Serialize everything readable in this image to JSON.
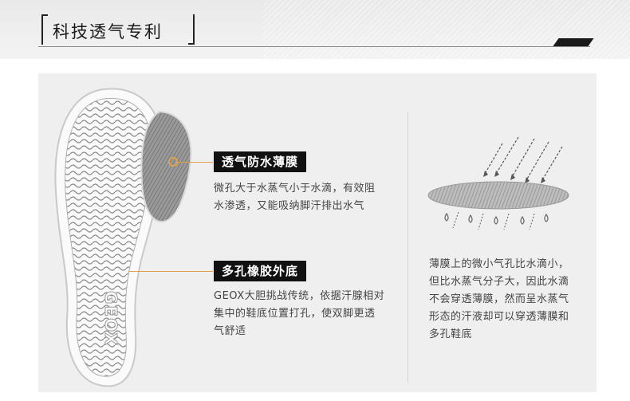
{
  "header": {
    "title": "科技透气专利"
  },
  "features": [
    {
      "label": "透气防水薄膜",
      "desc": [
        "微孔大于水蒸气小于水滴，有效阻",
        "水渗透，又能吸纳脚汗排出水气"
      ]
    },
    {
      "label": "多孔橡胶外底",
      "desc": [
        "GEOX大胆挑战传统，依据汗腺相对",
        "集中的鞋底位置打孔，使双脚更透",
        "气舒适"
      ]
    }
  ],
  "membrane_explain": [
    "薄膜上的微小气孔比水滴小，",
    "但比水蒸气分子大，因此水滴",
    "不会穿透薄膜，然而呈水蒸气",
    "形态的汗液却可以穿透薄膜和",
    "多孔鞋底"
  ],
  "sole_logo": "GEOX",
  "colors": {
    "accent": "#e0a24a",
    "pill_bg": "#111111",
    "panel_bg": "#efefef"
  }
}
